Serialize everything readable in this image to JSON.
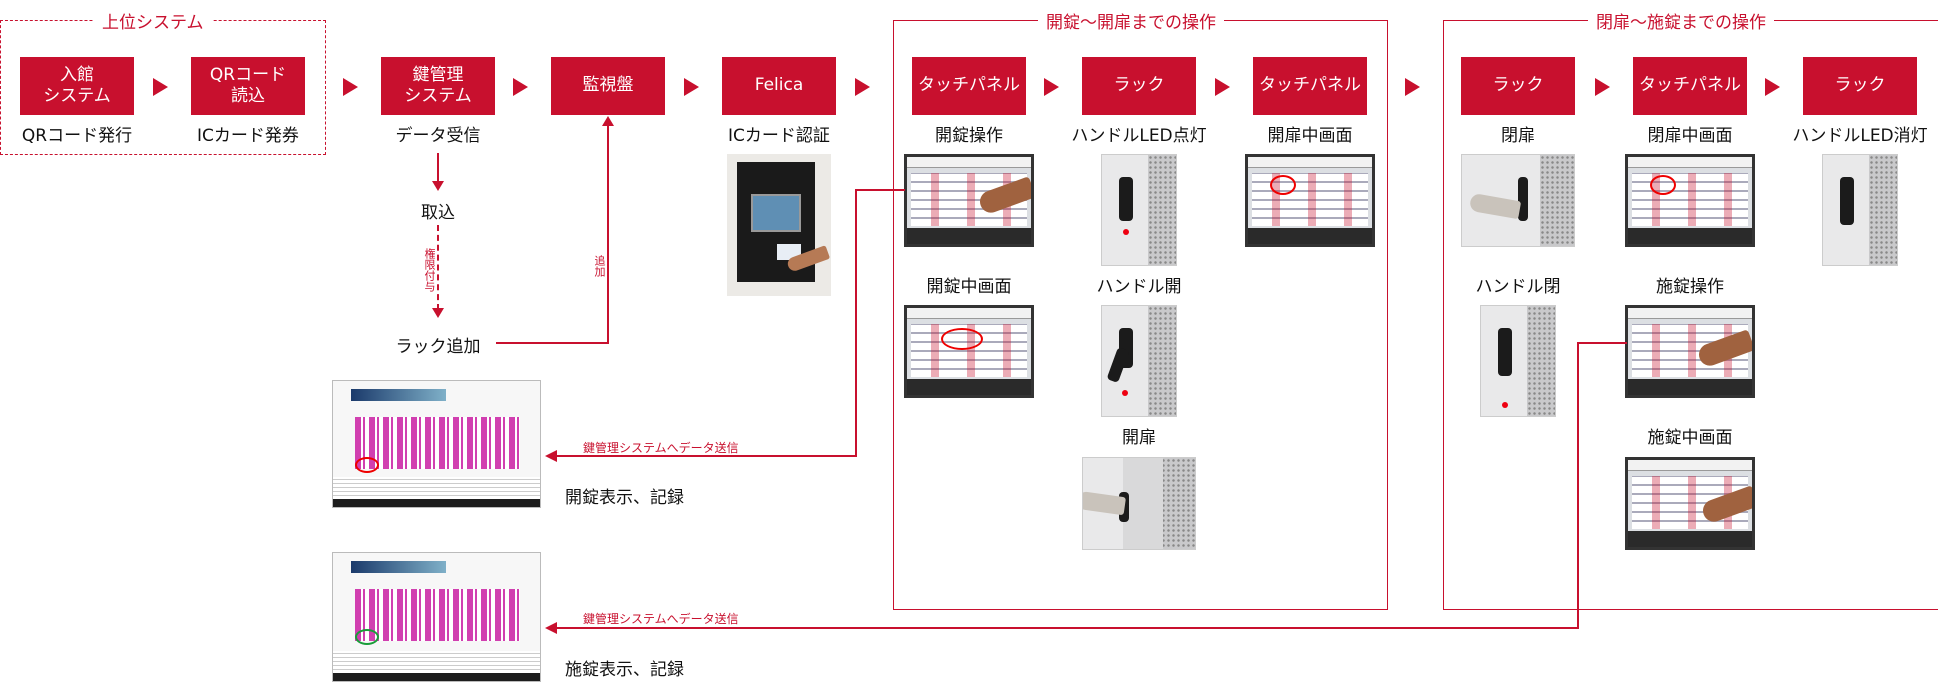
{
  "groups": {
    "upper": "上位システム",
    "unlock_to_open": "開錠～開扉までの操作",
    "close_to_lock": "閉扉～施錠までの操作"
  },
  "boxes": {
    "entry_system": "入館\nシステム",
    "qr_read": "QRコード\n読込",
    "key_mgmt": "鍵管理\nシステム",
    "monitor": "監視盤",
    "felica": "Felica",
    "touch1": "タッチパネル",
    "rack1": "ラック",
    "touch2": "タッチパネル",
    "rack2": "ラック",
    "touch3": "タッチパネル",
    "rack3": "ラック"
  },
  "labels": {
    "qr_issue": "QRコード発行",
    "ic_issue": "ICカード発券",
    "data_receive": "データ受信",
    "capture": "取込",
    "rack_add": "ラック追加",
    "ic_auth": "ICカード認証",
    "unlock_op": "開錠操作",
    "unlocking_screen": "開錠中画面",
    "handle_led_on": "ハンドルLED点灯",
    "handle_open": "ハンドル開",
    "door_open": "開扉",
    "door_opening_screen": "開扉中画面",
    "door_close": "閉扉",
    "handle_close": "ハンドル閉",
    "door_closing_screen": "閉扉中画面",
    "lock_op": "施錠操作",
    "locking_screen": "施錠中画面",
    "handle_led_off": "ハンドルLED消灯",
    "unlock_display": "開錠表示、記録",
    "lock_display": "施錠表示、記録"
  },
  "annotations": {
    "grant": "権限付与",
    "add": "追加",
    "send1": "鍵管理システムへデータ送信",
    "send2": "鍵管理システムへデータ送信"
  },
  "colors": {
    "accent": "#c8102e"
  },
  "icons": [
    "arrow-right-icon",
    "touch-panel-screen",
    "rack-door-photo",
    "monitor-screenshot",
    "felica-kiosk-photo"
  ]
}
